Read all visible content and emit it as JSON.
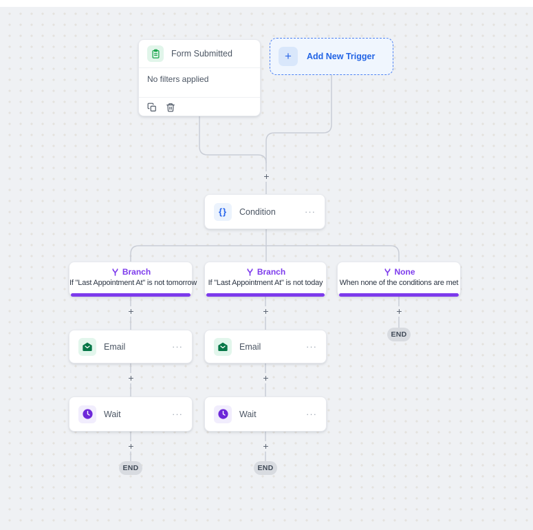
{
  "canvas": {
    "background": "#eff1f4",
    "dot_color": "#e4e2de",
    "connector_color": "#c9cdd6"
  },
  "trigger_card": {
    "title": "Form Submitted",
    "filters_text": "No filters applied"
  },
  "add_trigger_button": {
    "plus": "+",
    "label": "Add New Trigger",
    "accent": "#2264e5"
  },
  "condition_node": {
    "icon_glyph": "{}",
    "label": "Condition",
    "menu_glyph": "···"
  },
  "branch_nodes": [
    {
      "tag": "Branch",
      "condition": "If \"Last Appointment At\" is not tomorrow"
    },
    {
      "tag": "Branch",
      "condition": "If \"Last Appointment At\" is not today"
    },
    {
      "tag": "None",
      "condition": "When none of the conditions are met"
    }
  ],
  "email_node": {
    "label": "Email",
    "menu_glyph": "···"
  },
  "wait_node": {
    "label": "Wait",
    "menu_glyph": "···"
  },
  "end_badge_label": "END",
  "plus_glyph": "+",
  "accent_colors": {
    "branch_purple": "#7d3bec",
    "trigger_green": "#17a34a",
    "email_green": "#067647",
    "wait_purple": "#6d28d9",
    "condition_blue": "#2563eb",
    "add_trigger_blue": "#4d82f3"
  }
}
